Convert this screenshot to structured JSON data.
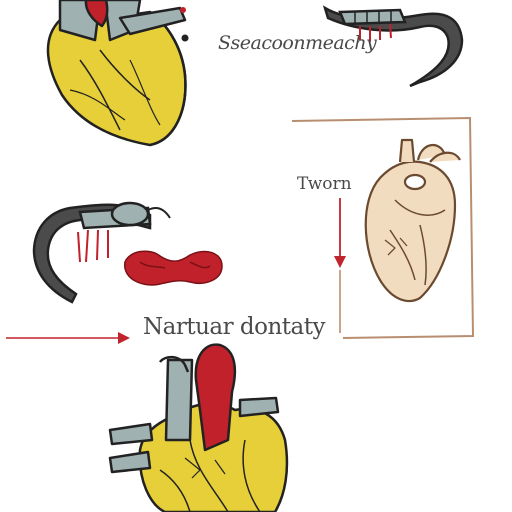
{
  "labels": {
    "top": "Sseacoonmeachy",
    "middle": "Tworn",
    "bottom": "Nartuar dontaty"
  },
  "colors": {
    "heart_yellow": "#e6cf38",
    "vessel_gray": "#9fb2b1",
    "vessel_red": "#c0212a",
    "anatomy_beige": "#f1dcbf",
    "outline": "#222222",
    "arrow_red": "#c0242c",
    "frame_brown": "#b98e70",
    "insect_gray": "#4b4b4b"
  },
  "icons": [
    "heart-icon",
    "anatomical-heart-icon",
    "scorpion-icon",
    "kidney-icon",
    "arrow-right-icon",
    "arrow-down-icon"
  ]
}
